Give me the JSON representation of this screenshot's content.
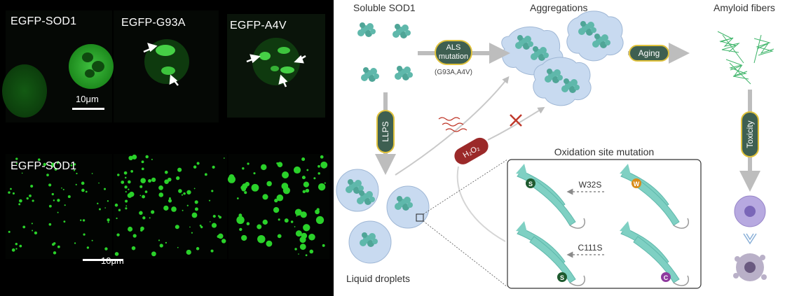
{
  "micrographs": {
    "top_labels": [
      "EGFP-SOD1",
      "EGFP-G93A",
      "EGFP-A4V"
    ],
    "bottom_label": "EGFP-SOD1",
    "scale_top": "10μm",
    "scale_bottom": "10μm"
  },
  "diagram": {
    "soluble_title": "Soluble SOD1",
    "aggregations_title": "Aggregations",
    "amyloid_title": "Amyloid fibers",
    "als_mutation_line1": "ALS",
    "als_mutation_line2": "mutation",
    "als_mutation_sub": "(G93A,A4V)",
    "aging_label": "Aging",
    "llps_label": "LLPS",
    "toxicity_label": "Toxicity",
    "h2o2_label": "H₂O₂",
    "oxidation_title": "Oxidation site mutation",
    "w32s_label": "W32S",
    "c111s_label": "C111S",
    "liquid_droplets_title": "Liquid droplets",
    "badge_s": "S",
    "badge_w": "W",
    "badge_c": "C"
  },
  "colors": {
    "protein": "#5fb8ab",
    "droplet": "#c8daf0",
    "pill_fill": "#3e5f51",
    "pill_border": "#e0c23c",
    "h2o2_fill": "#9b2929",
    "arrow_gray": "#bdbdbd",
    "green_fluor": "#2ad12a"
  }
}
